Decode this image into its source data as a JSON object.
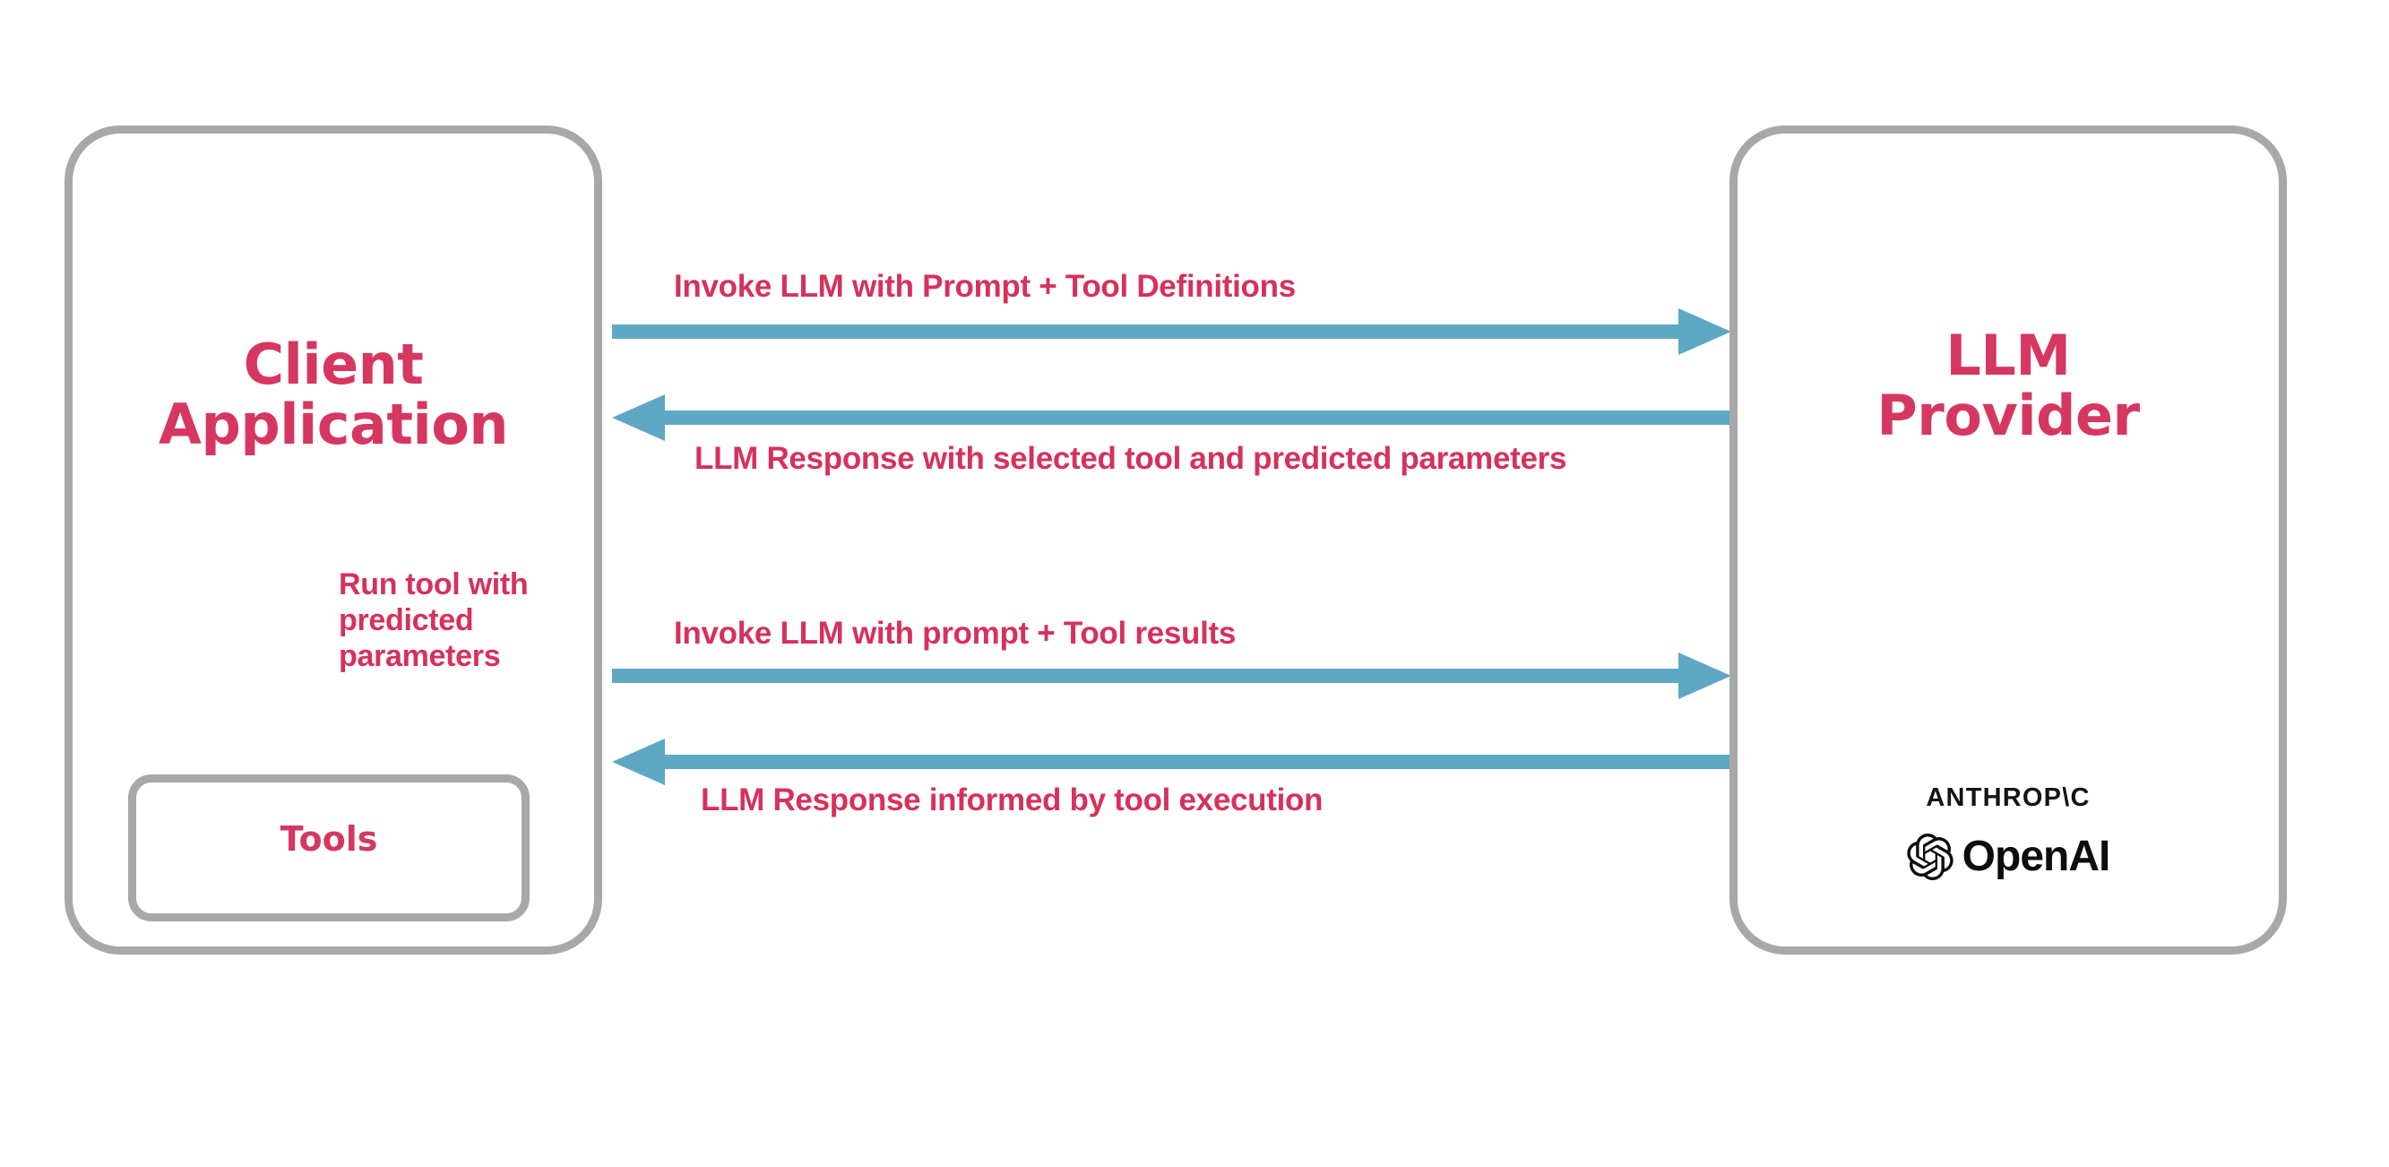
{
  "diagram": {
    "title": "LLM tool calling sequence",
    "colors": {
      "accent_pink": "#d6315c",
      "arrow_blue": "#5fa8c4",
      "box_gray": "#a8a8a8",
      "background": "#ffffff",
      "logo_black": "#0d0d0d"
    },
    "nodes": [
      {
        "id": "client",
        "label": "Client\nApplication",
        "children": [
          {
            "id": "tools",
            "label": "Tools"
          }
        ]
      },
      {
        "id": "provider",
        "label": "LLM\nProvider",
        "logos": [
          {
            "id": "anthropic",
            "text": "ANTHROP\\C"
          },
          {
            "id": "openai",
            "text": "OpenAI",
            "icon": "openai-swirl-icon"
          }
        ]
      }
    ],
    "flows": [
      {
        "id": "invoke-1",
        "label": "Invoke LLM with Prompt + Tool Definitions",
        "direction": "client-to-provider"
      },
      {
        "id": "response-1",
        "label": "LLM Response with selected tool and predicted parameters",
        "direction": "provider-to-client"
      },
      {
        "id": "run-tool",
        "label": "Run tool with\npredicted\nparameters",
        "direction": "client-to-tools"
      },
      {
        "id": "invoke-2",
        "label": "Invoke LLM with prompt + Tool results",
        "direction": "client-to-provider"
      },
      {
        "id": "response-2",
        "label": "LLM Response informed by tool execution",
        "direction": "provider-to-client"
      }
    ]
  }
}
